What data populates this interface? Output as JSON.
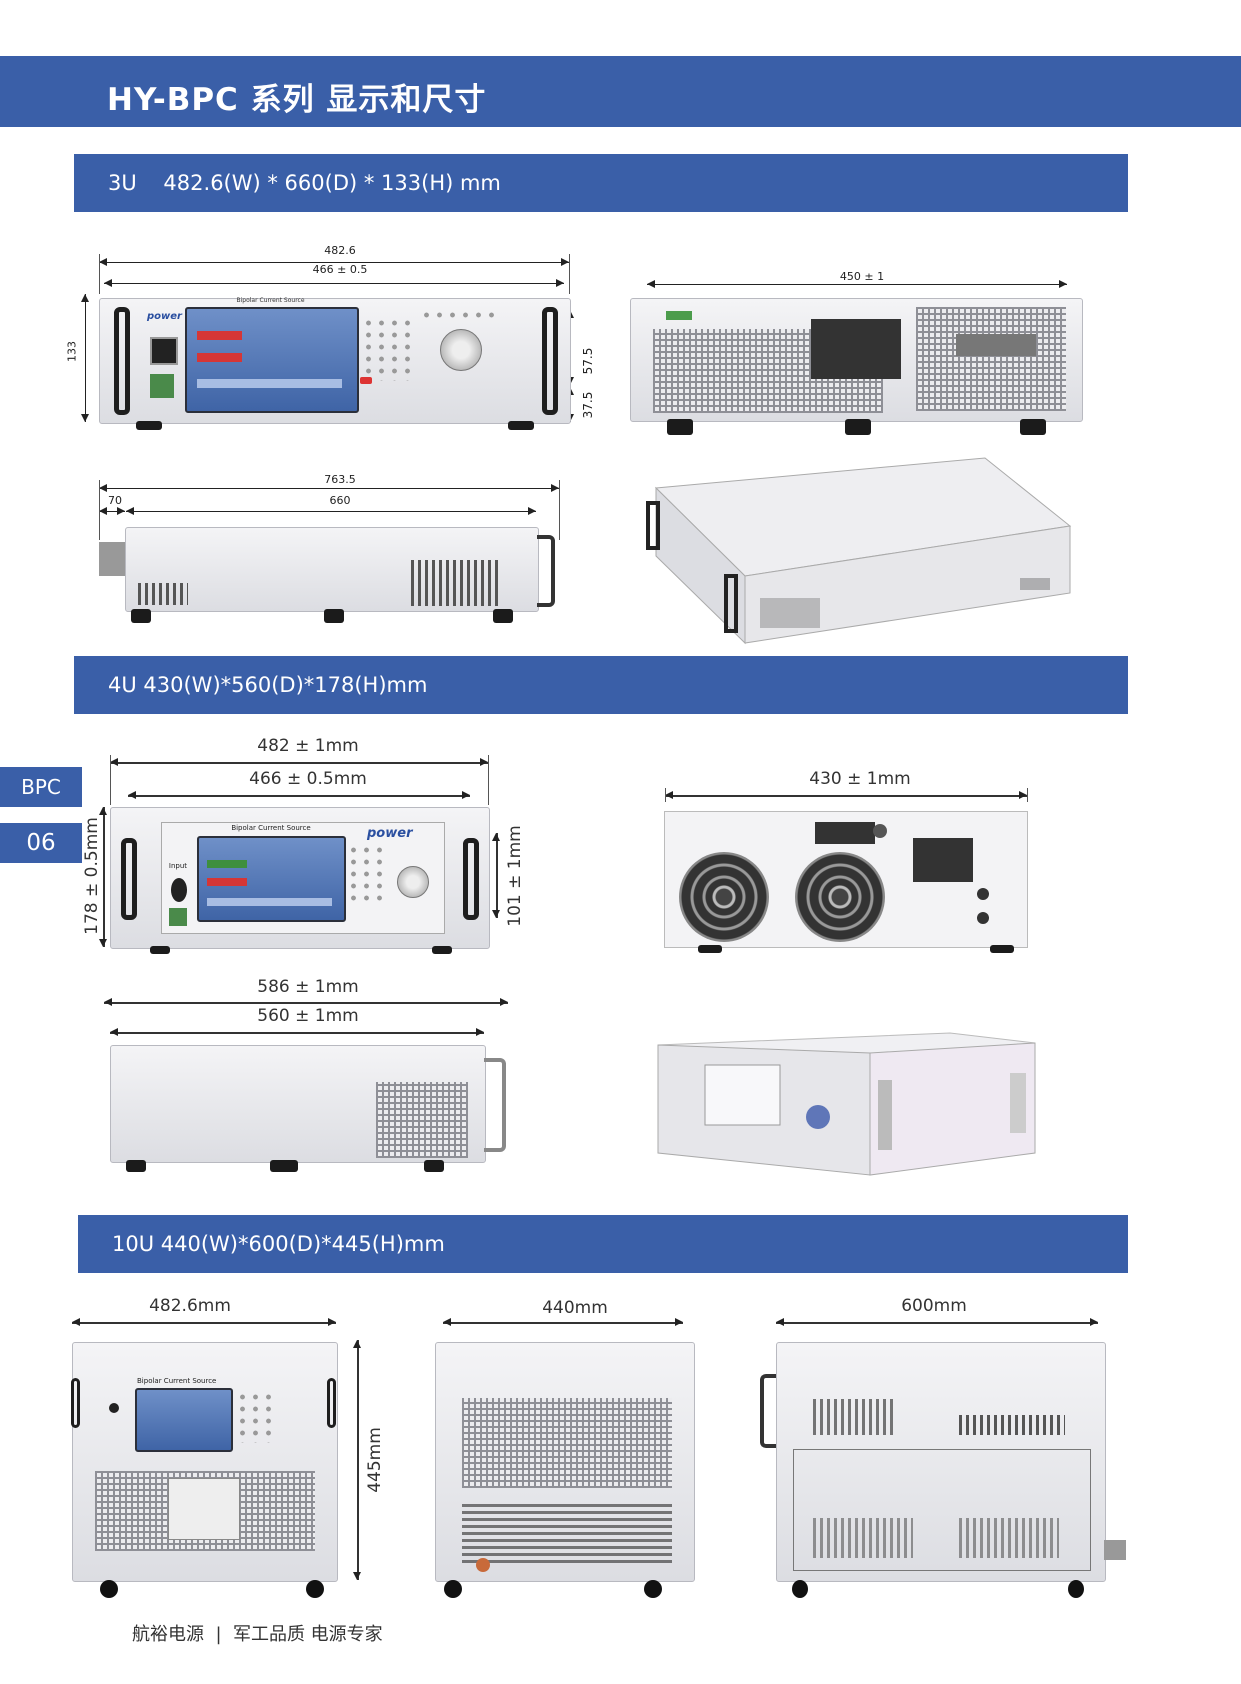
{
  "header": {
    "title": "HY-BPC 系列  显示和尺寸"
  },
  "side_tab": {
    "category": "BPC",
    "page": "06"
  },
  "sections": {
    "s3u": {
      "title": "3U    482.6(W) * 660(D) * 133(H) mm",
      "front": {
        "total_width": "482.6",
        "inner_width": "466 ± 0.5",
        "height": "133",
        "handle_span": "57.5",
        "bottom_offset": "37.5"
      },
      "rear": {
        "width": "450 ± 1"
      },
      "side": {
        "total_depth": "763.5",
        "front_offset": "70",
        "depth": "660"
      }
    },
    "s4u": {
      "title": "4U 430(W)*560(D)*178(H)mm",
      "front": {
        "total_width": "482 ± 1mm",
        "inner_width": "466 ± 0.5mm",
        "height": "178 ± 0.5mm",
        "handle_span": "101 ± 1mm"
      },
      "rear": {
        "width": "430 ± 1mm"
      },
      "side": {
        "total_depth": "586 ± 1mm",
        "depth": "560 ± 1mm"
      }
    },
    "s10u": {
      "title": "10U 440(W)*600(D)*445(H)mm",
      "front": {
        "width": "482.6mm",
        "height": "445mm"
      },
      "rear": {
        "width": "440mm"
      },
      "side": {
        "depth": "600mm"
      }
    }
  },
  "panel_text": {
    "device_name": "Bipolar Current Source",
    "brand": "power",
    "input_label": "Input"
  },
  "footer": {
    "text": "航裕电源  |  军工品质 电源专家"
  }
}
